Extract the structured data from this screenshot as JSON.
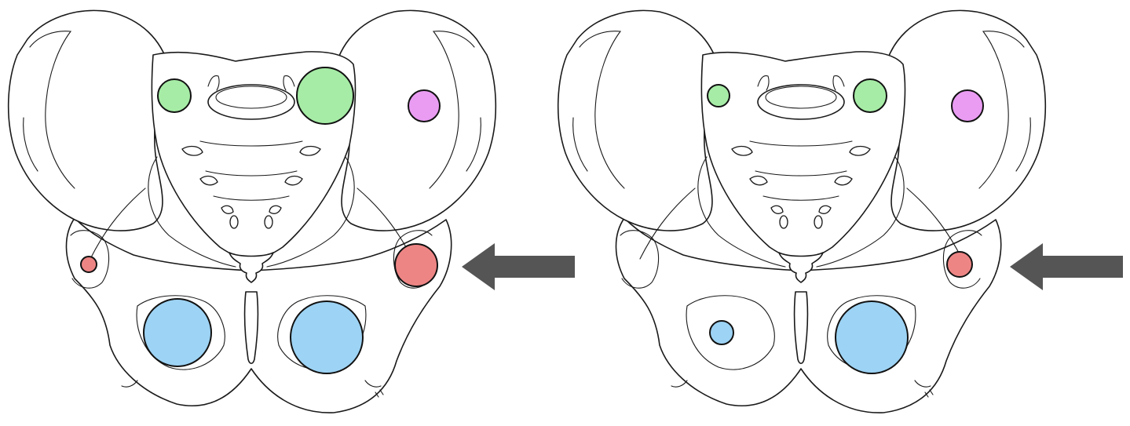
{
  "figure": {
    "panels": [
      {
        "id": "left",
        "markers": [
          {
            "region": "left-upper",
            "color_key": "green",
            "size": "small"
          },
          {
            "region": "right-upper",
            "color_key": "green",
            "size": "large"
          },
          {
            "region": "right-ilium",
            "color_key": "violet",
            "size": "medium"
          },
          {
            "region": "left-lateral",
            "color_key": "red",
            "size": "tiny"
          },
          {
            "region": "right-lateral",
            "color_key": "red",
            "size": "medium"
          },
          {
            "region": "left-lower",
            "color_key": "blue",
            "size": "large"
          },
          {
            "region": "right-lower",
            "color_key": "blue",
            "size": "large"
          }
        ],
        "arrow": "points-left"
      },
      {
        "id": "right",
        "markers": [
          {
            "region": "left-upper",
            "color_key": "green",
            "size": "small"
          },
          {
            "region": "right-upper",
            "color_key": "green",
            "size": "medium"
          },
          {
            "region": "right-ilium",
            "color_key": "violet",
            "size": "medium"
          },
          {
            "region": "right-lateral",
            "color_key": "red",
            "size": "small"
          },
          {
            "region": "left-lower",
            "color_key": "blue",
            "size": "small"
          },
          {
            "region": "right-lower",
            "color_key": "blue",
            "size": "large"
          }
        ],
        "arrow": "points-left"
      }
    ],
    "colors": {
      "green": "#a6eca6",
      "violet": "#ea9cf3",
      "red": "#ee8585",
      "blue": "#9dd3f4",
      "arrow": "#555555",
      "outline": "#1a1a1a"
    }
  }
}
